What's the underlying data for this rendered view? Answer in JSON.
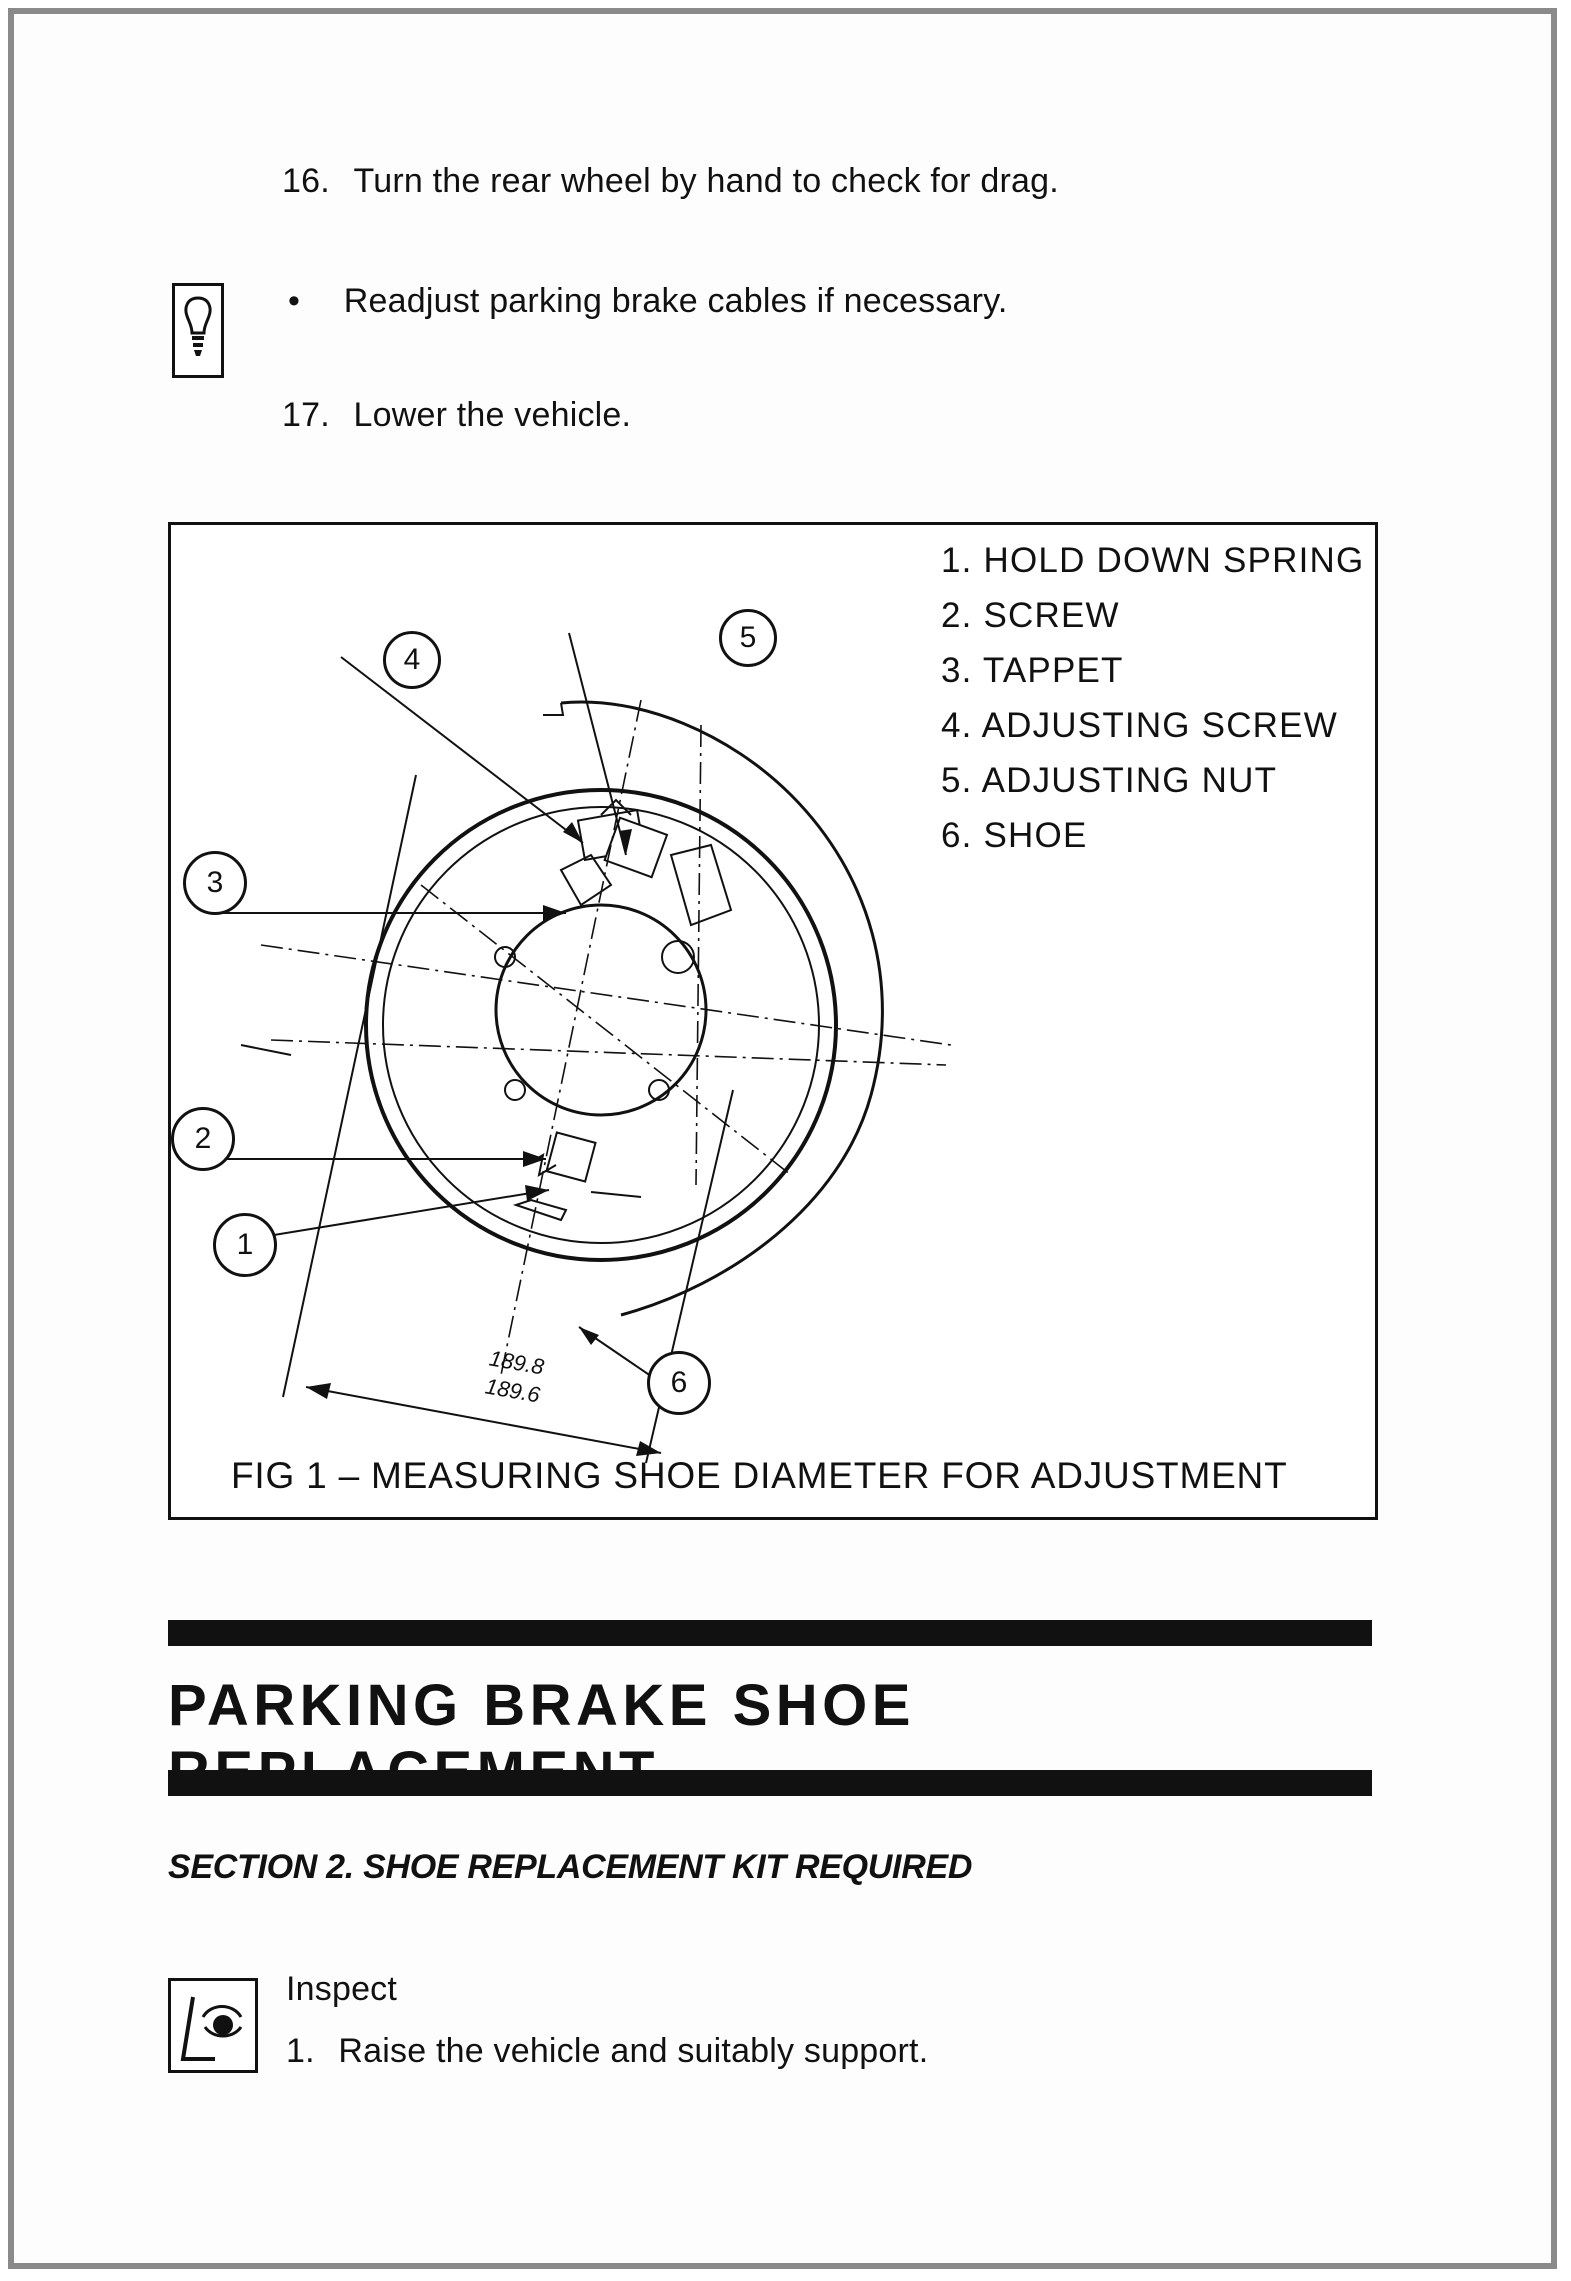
{
  "steps": {
    "step16": {
      "number": "16.",
      "text": "Turn the rear wheel by hand to check for drag."
    },
    "note16": {
      "bullet": "•",
      "text": "Readjust parking brake cables if necessary."
    },
    "step17": {
      "number": "17.",
      "text": "Lower the vehicle."
    }
  },
  "figure": {
    "legend": [
      "1. HOLD DOWN SPRING",
      "2. SCREW",
      "3. TAPPET",
      "4. ADJUSTING SCREW",
      "5. ADJUSTING NUT",
      "6. SHOE"
    ],
    "callouts": [
      "1",
      "2",
      "3",
      "4",
      "5",
      "6"
    ],
    "dimension_upper": "189.8",
    "dimension_lower": "189.6",
    "caption": "FIG 1 – MEASURING SHOE DIAMETER FOR ADJUSTMENT"
  },
  "section": {
    "title": "PARKING BRAKE SHOE REPLACEMENT",
    "subtitle": "SECTION 2. SHOE REPLACEMENT KIT REQUIRED",
    "inspect_label": "Inspect",
    "step1": {
      "number": "1.",
      "text": "Raise the vehicle and suitably support."
    }
  },
  "icons": {
    "note_icon": "important-bulb-icon",
    "inspect_icon": "inspect-eye-icon"
  }
}
